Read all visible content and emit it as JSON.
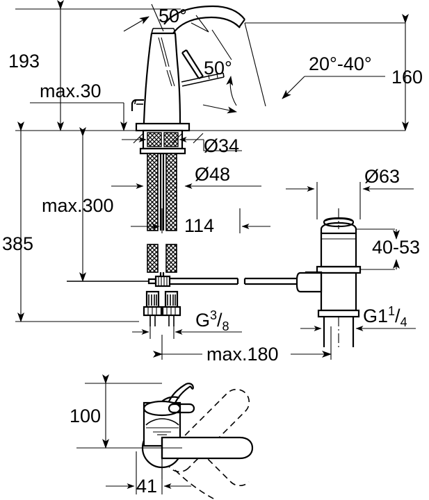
{
  "drawing": {
    "type": "technical-dimension-drawing",
    "subject": "single-lever basin mixer faucet with pop-up waste",
    "units": "mm",
    "views": [
      {
        "name": "front-elevation",
        "description": "faucet body, braided hoses, pop-up waste assembly"
      },
      {
        "name": "top-plan-view",
        "description": "lever handle swing radius plan"
      }
    ]
  },
  "dimensions": {
    "height_above_deck": "193",
    "max_deck_thickness": "max.30",
    "spout_height": "160",
    "spout_swivel_angle": "20°-40°",
    "lever_angle_left": "50°",
    "lever_angle_right": "50°",
    "shank_diameter": "Ø34",
    "base_diameter": "Ø48",
    "spout_reach": "114",
    "overall_height": "385",
    "max_hose_length": "max.300",
    "max_popup_rod": "max.180",
    "supply_thread": "G",
    "supply_thread_num": "3",
    "supply_thread_den": "8",
    "waste_flange_diameter": "Ø63",
    "waste_adjust_range": "40-53",
    "waste_thread": "G1",
    "waste_thread_num": "1",
    "waste_thread_den": "4",
    "plan_lever_offset": "100",
    "plan_base_offset": "41"
  },
  "colors": {
    "line": "#000000",
    "background": "#ffffff"
  }
}
